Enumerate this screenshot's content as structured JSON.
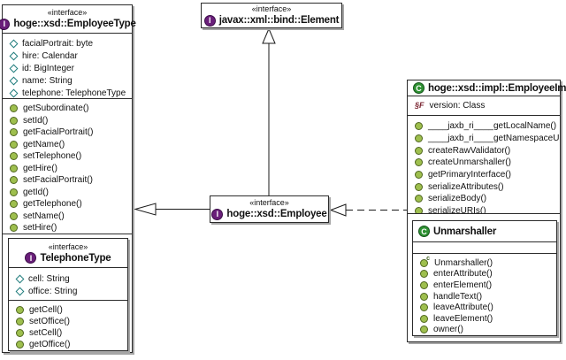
{
  "icons": {
    "interface_letter": "I",
    "class_letter": "C",
    "constructor_marker": "c",
    "static_final_marker": "§F"
  },
  "colors": {
    "interface_icon_bg": "#6a1f7a",
    "class_icon_bg": "#2e9132",
    "method_icon_fill": "#9ebf4e",
    "attribute_icon_border": "#1f7c7c",
    "static_final_color": "#7a2430",
    "box_border": "#2b2b2b",
    "shadow": "#a6a6a6",
    "background": "#ffffff"
  },
  "classes": {
    "employee_type": {
      "stereotype": "«interface»",
      "name": "hoge::xsd::EmployeeType",
      "kind": "interface",
      "attributes": [
        "facialPortrait: byte",
        "hire: Calendar",
        "id: BigInteger",
        "name: String",
        "telephone: TelephoneType"
      ],
      "methods": [
        "getSubordinate()",
        "setId()",
        "getFacialPortrait()",
        "getName()",
        "setTelephone()",
        "getHire()",
        "setFacialPortrait()",
        "getId()",
        "getTelephone()",
        "setName()",
        "setHire()"
      ]
    },
    "telephone_type": {
      "stereotype": "«interface»",
      "name": "TelephoneType",
      "kind": "interface",
      "attributes": [
        "cell: String",
        "office: String"
      ],
      "methods": [
        "getCell()",
        "setOffice()",
        "setCell()",
        "getOffice()"
      ]
    },
    "element": {
      "stereotype": "«interface»",
      "name": "javax::xml::bind::Element",
      "kind": "interface"
    },
    "employee": {
      "stereotype": "«interface»",
      "name": "hoge::xsd::Employee",
      "kind": "interface"
    },
    "employee_impl": {
      "name": "hoge::xsd::impl::EmployeeImpl",
      "kind": "class",
      "static_attribute": "version: Class",
      "methods": [
        "____jaxb_ri____getLocalName()",
        "____jaxb_ri____getNamespaceURI()",
        "createRawValidator()",
        "createUnmarshaller()",
        "getPrimaryInterface()",
        "serializeAttributes()",
        "serializeBody()",
        "serializeURIs()"
      ]
    },
    "unmarshaller": {
      "name": "Unmarshaller",
      "kind": "class",
      "constructor": "Unmarshaller()",
      "methods": [
        "enterAttribute()",
        "enterElement()",
        "handleText()",
        "leaveAttribute()",
        "leaveElement()",
        "owner()"
      ]
    }
  },
  "relationships": [
    {
      "from": "hoge::xsd::Employee",
      "to": "javax::xml::bind::Element",
      "type": "generalization",
      "line": "solid"
    },
    {
      "from": "hoge::xsd::Employee",
      "to": "hoge::xsd::EmployeeType",
      "type": "generalization",
      "line": "solid"
    },
    {
      "from": "hoge::xsd::impl::EmployeeImpl",
      "to": "hoge::xsd::Employee",
      "type": "realization",
      "line": "dashed"
    }
  ]
}
